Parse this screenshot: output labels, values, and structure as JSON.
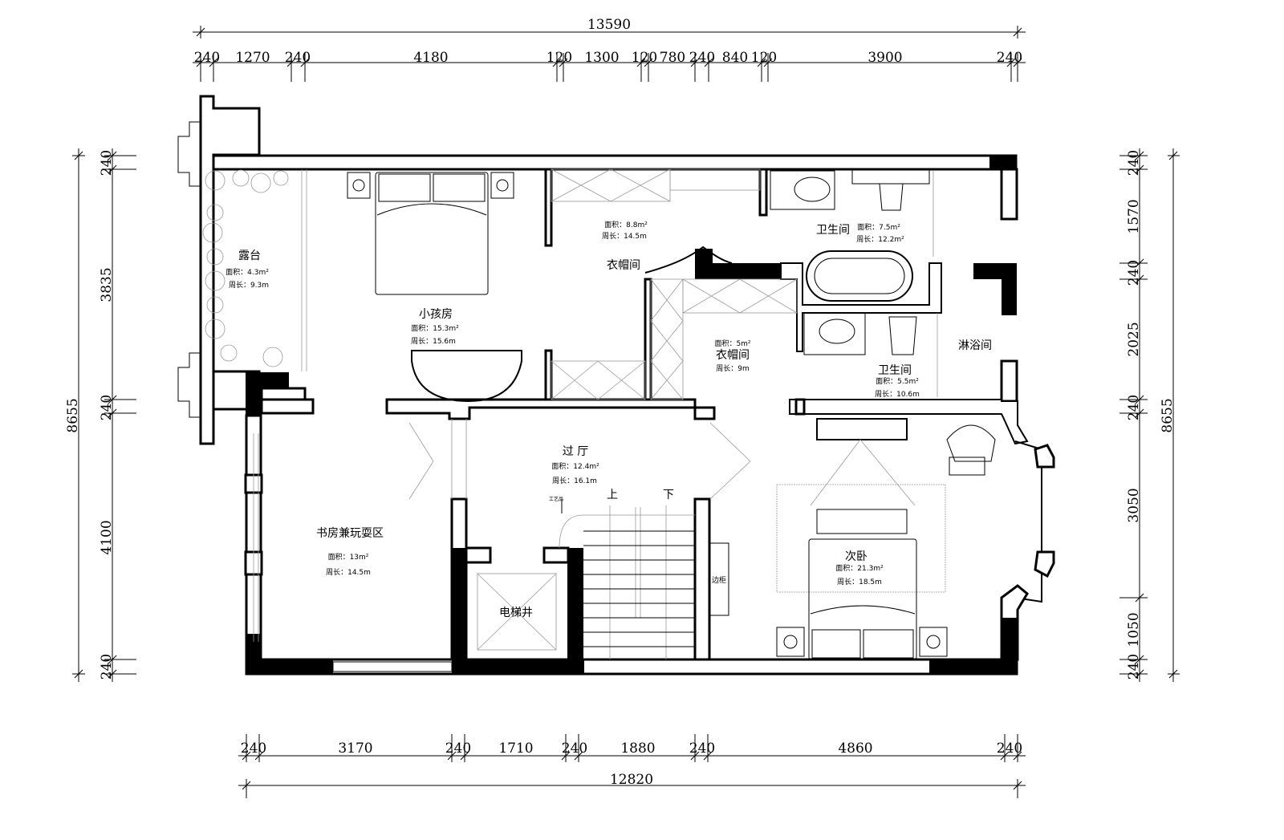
{
  "dimensions": {
    "top_total": "13590",
    "top": [
      "240",
      "1270",
      "240",
      "4180",
      "120",
      "1300",
      "120",
      "780",
      "240",
      "840",
      "120",
      "3900",
      "240"
    ],
    "bottom_total": "12820",
    "bottom": [
      "240",
      "3170",
      "240",
      "1710",
      "240",
      "1880",
      "240",
      "4860",
      "240"
    ],
    "left_total": "8655",
    "left": [
      "240",
      "3835",
      "240",
      "4100",
      "240"
    ],
    "right_total": "8655",
    "right": [
      "240",
      "1570",
      "240",
      "2025",
      "240",
      "3050",
      "1050",
      "240"
    ]
  },
  "rooms": {
    "balcony": {
      "name": "露台",
      "area": "面积：4.3m²",
      "perimeter": "周长：9.3m"
    },
    "kids_room": {
      "name": "小孩房",
      "area": "面积：15.3m²",
      "perimeter": "周长：15.6m"
    },
    "closet1": {
      "name": "衣帽间",
      "area": "面积：8.8m²",
      "perimeter": "周长：14.5m"
    },
    "closet2": {
      "name": "衣帽间",
      "area": "面积：5m²",
      "perimeter": "周长：9m"
    },
    "bath1": {
      "name": "卫生间",
      "area": "面积：7.5m²",
      "perimeter": "周长：12.2m²"
    },
    "bath2": {
      "name": "卫生间",
      "area": "面积：5.5m²",
      "perimeter": "周长：10.6m"
    },
    "shower": {
      "name": "淋浴间"
    },
    "hall": {
      "name": "过 厅",
      "area": "面积：12.4m²",
      "perimeter": "周长：16.1m"
    },
    "study": {
      "name": "书房兼玩耍区",
      "area": "面积：13m²",
      "perimeter": "周长：14.5m"
    },
    "elevator": {
      "name": "电梯井"
    },
    "second_bedroom": {
      "name": "次卧",
      "area": "面积：21.3m²",
      "perimeter": "周长：18.5m"
    }
  },
  "annotations": {
    "up": "上",
    "down": "下",
    "artwork": "工艺品",
    "side_cabinet": "边柜"
  }
}
